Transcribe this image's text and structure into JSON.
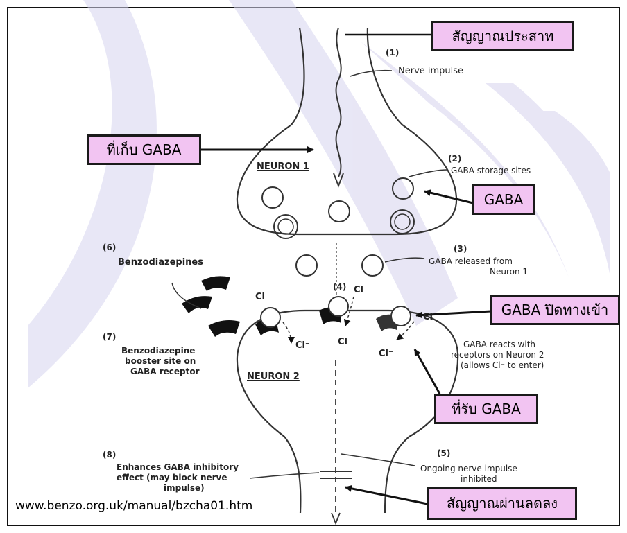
{
  "callouts": {
    "nerve_signal": "สัญญาณประสาท",
    "gaba_storage": "ที่เก็บ GABA",
    "gaba": "GABA",
    "gaba_closing": "GABA ปิดทางเข้า",
    "gaba_receptor": "ที่รับ GABA",
    "signal_reduced": "สัญญาณผ่านลดลง"
  },
  "labels": {
    "n1": "(1)",
    "nerve_impulse": "Nerve impulse",
    "n2": "(2)",
    "gaba_storage_sites": "GABA storage sites",
    "neuron1": "NEURON 1",
    "n3": "(3)",
    "gaba_released_1": "GABA released from",
    "gaba_released_2": "Neuron 1",
    "n6": "(6)",
    "benzodiazepines": "Benzodiazepines",
    "n4": "(4)",
    "cl_minus": "Cl⁻",
    "n7": "(7)",
    "booster_1": "Benzodiazepine",
    "booster_2": "booster site on",
    "booster_3": "GABA receptor",
    "neuron2": "NEURON 2",
    "reacts_1": "GABA reacts with",
    "reacts_2": "receptors on Neuron 2",
    "reacts_3": "(allows Cl⁻ to enter)",
    "n8": "(8)",
    "enhances_1": "Enhances GABA inhibitory",
    "enhances_2": "effect (may block nerve",
    "enhances_3": "impulse)",
    "n5": "(5)",
    "ongoing_1": "Ongoing nerve impulse",
    "ongoing_2": "inhibited"
  },
  "source_url": "www.benzo.org.uk/manual/bzcha01.htm",
  "colors": {
    "callout_fill": "#f2c4f2",
    "callout_border": "#1a1a1a",
    "watermark": "#d6d3ee"
  }
}
